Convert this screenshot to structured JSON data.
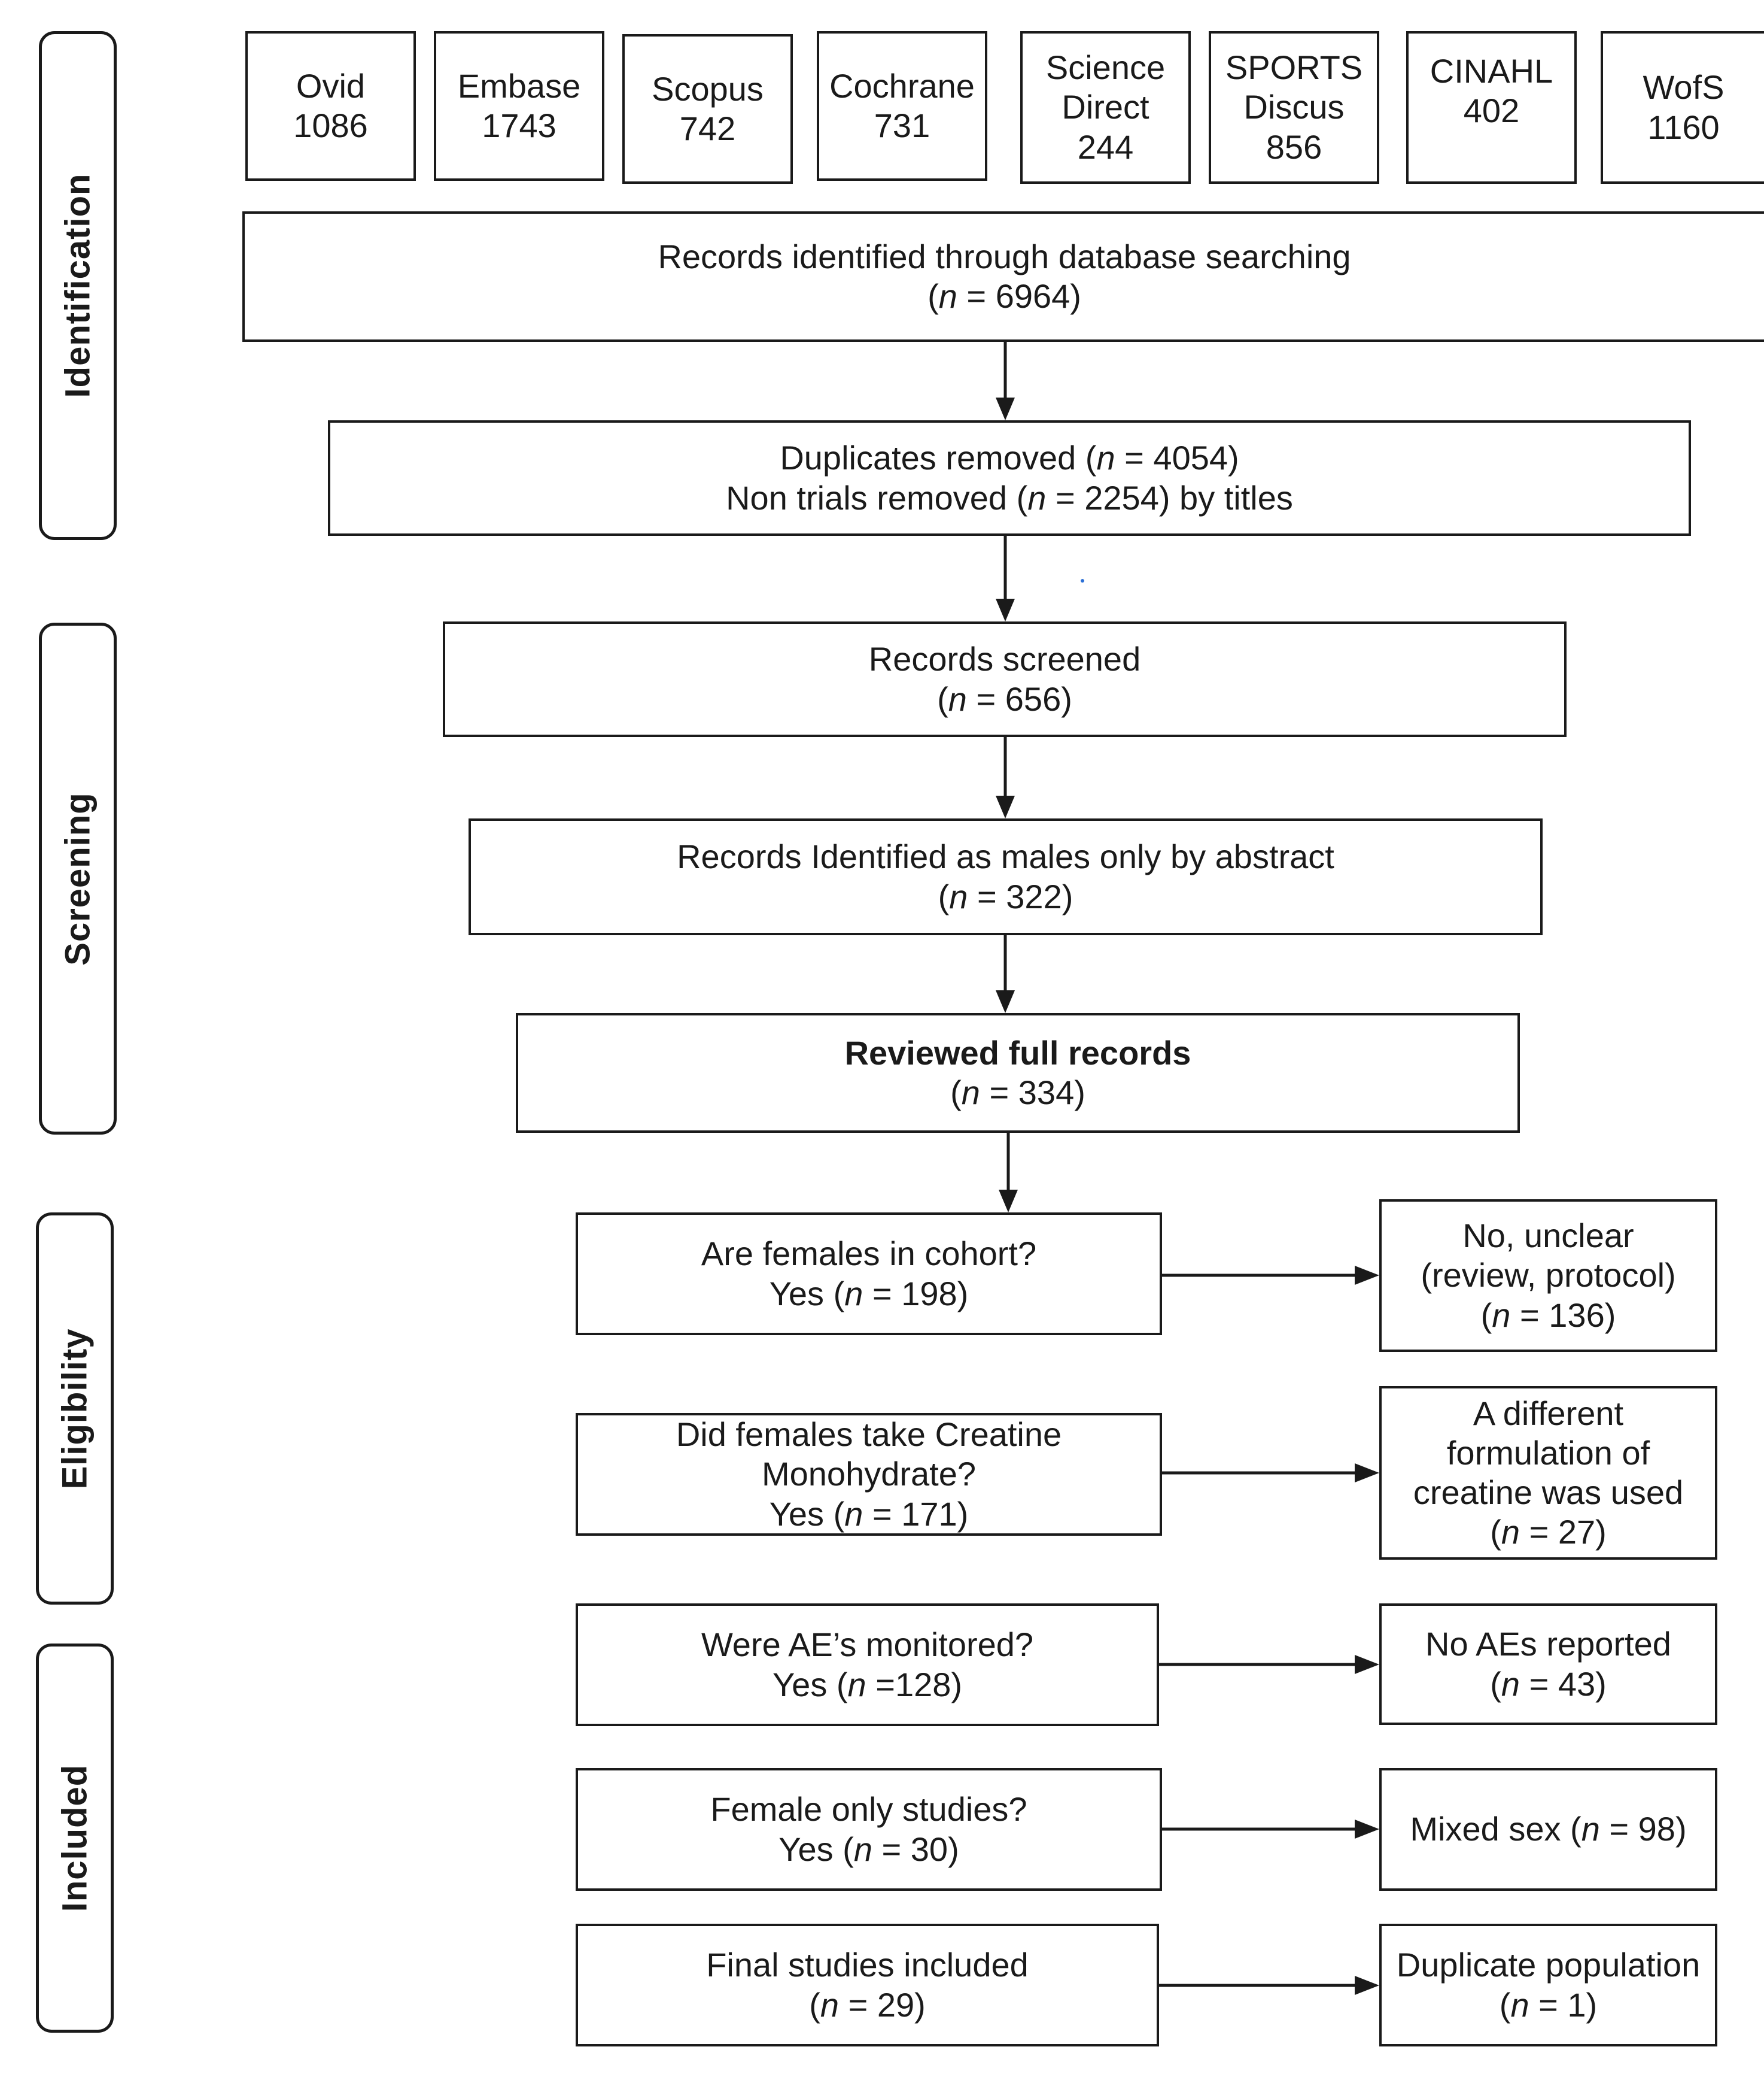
{
  "stages": {
    "identification": "Identification",
    "screening": "Screening",
    "eligibility": "Eligibility",
    "included": "Included"
  },
  "databases": [
    {
      "name": "Ovid",
      "count": "1086"
    },
    {
      "name": "Embase",
      "count": "1743"
    },
    {
      "name": "Scopus",
      "count": "742"
    },
    {
      "name": "Cochrane",
      "count": "731"
    },
    {
      "name_line1": "Science",
      "name_line2": "Direct",
      "count": "244"
    },
    {
      "name_line1": "SPORTS",
      "name_line2": "Discus",
      "count": "856"
    },
    {
      "name": "CINAHL",
      "count": "402"
    },
    {
      "name": "WofS",
      "count": "1160"
    }
  ],
  "flow": {
    "identified": {
      "line1": "Records identified through database searching",
      "line2": "(n = 6964)"
    },
    "duplicates": {
      "line1": "Duplicates removed (n = 4054)",
      "line2": "Non trials removed (n = 2254) by titles"
    },
    "screened": {
      "line1": "Records screened",
      "line2": "(n = 656)"
    },
    "males_only": {
      "line1": "Records Identified as males only by abstract",
      "line2": "(n = 322)"
    },
    "full_review": {
      "line1": "Reviewed full records",
      "line2": "(n = 334)"
    },
    "females_cohort": {
      "line1": "Are females in cohort?",
      "line2": "Yes (n = 198)"
    },
    "creatine": {
      "line1": "Did females take Creatine",
      "line2": "Monohydrate?",
      "line3": "Yes (n = 171)"
    },
    "ae_monitored": {
      "line1": "Were AE’s monitored?",
      "line2": "Yes (n =128)"
    },
    "female_only": {
      "line1": "Female only studies?",
      "line2": "Yes (n = 30)"
    },
    "final": {
      "line1": "Final studies included",
      "line2": "(n = 29)"
    }
  },
  "exclusions": {
    "no_unclear": {
      "line1": "No, unclear",
      "line2": "(review, protocol)",
      "line3": "(n = 136)"
    },
    "different_formulation": {
      "line1": "A different",
      "line2": "formulation of",
      "line3": "creatine was used",
      "line4": "(n = 27)"
    },
    "no_aes": {
      "line1": "No AEs reported",
      "line2": "(n = 43)"
    },
    "mixed_sex": {
      "line1": "Mixed sex (n = 98)"
    },
    "duplicate_population": {
      "line1": "Duplicate population",
      "line2": "(n = 1)"
    }
  }
}
